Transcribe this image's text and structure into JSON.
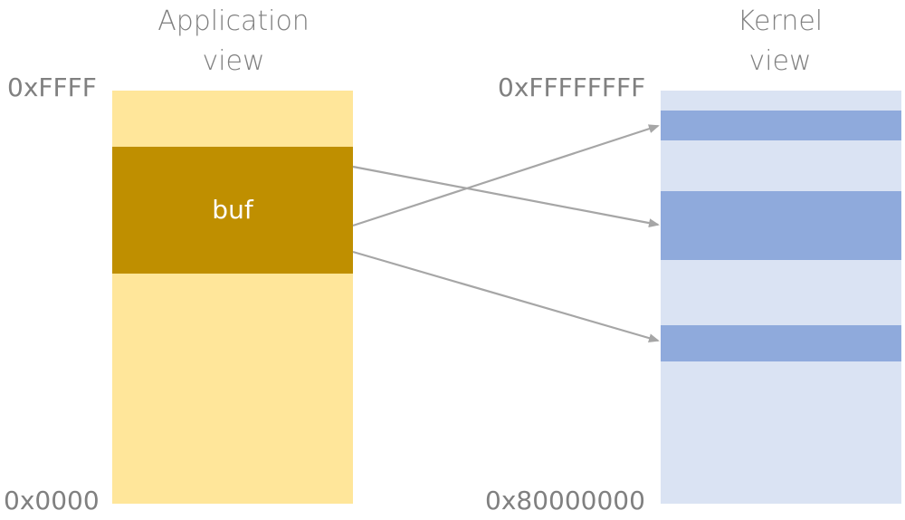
{
  "application": {
    "heading_line1": "Application",
    "heading_line2": "view",
    "top_address": "0xFFFF",
    "bottom_address": "0x0000",
    "buffer_label": "buf",
    "colors": {
      "region": "#FFE69A",
      "buffer": "#BF8F00"
    }
  },
  "kernel": {
    "heading_line1": "Kernel",
    "heading_line2": "view",
    "top_address": "0xFFFFFFFF",
    "bottom_address": "0x80000000",
    "colors": {
      "region": "#DAE3F3",
      "page": "#8FAADC"
    }
  },
  "arrow_color": "#A6A6A6"
}
